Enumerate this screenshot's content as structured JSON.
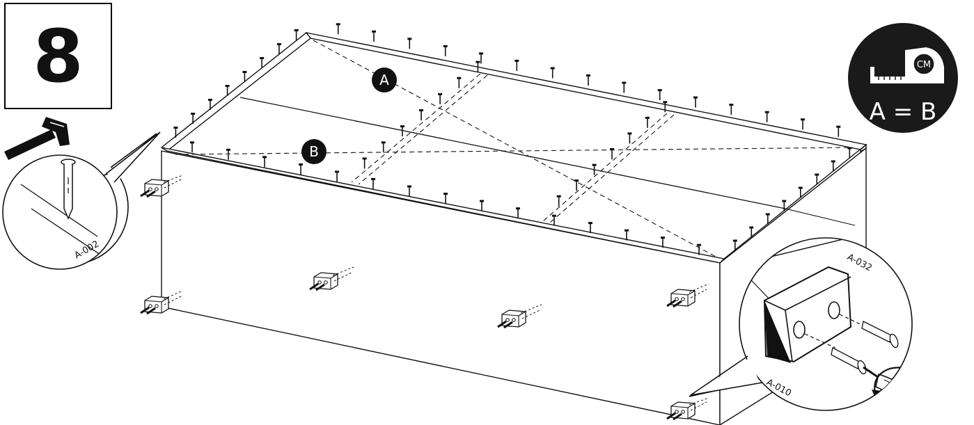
{
  "step": {
    "number": "8"
  },
  "measure_badge": {
    "unit": "CM",
    "equation": "A = B"
  },
  "diagonals": {
    "a_label": "A",
    "b_label": "B"
  },
  "parts": {
    "nail_code": "A-002",
    "block_code": "A-032",
    "screw_code": "A-010"
  },
  "colors": {
    "ink": "#111111",
    "paper": "#ffffff",
    "badge_bg": "#1a1a1a"
  }
}
